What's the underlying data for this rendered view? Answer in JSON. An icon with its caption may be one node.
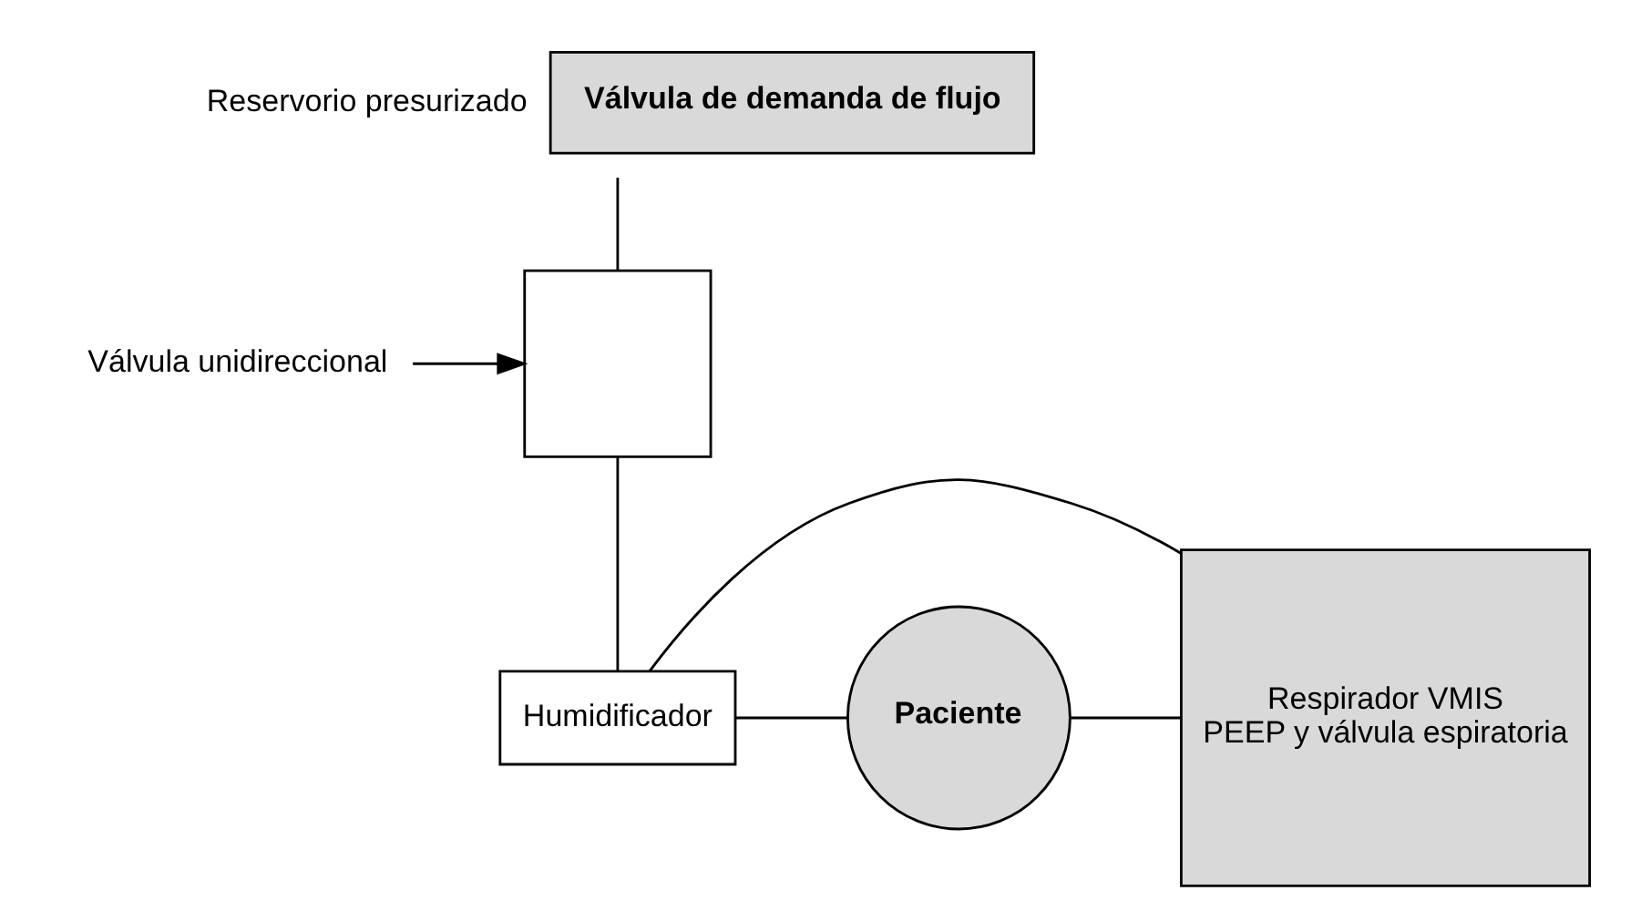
{
  "diagram": {
    "nodes": [
      {
        "text": [
          "Válvula de demanda de flujo"
        ],
        "beside": [
          "Reservorio presurizado"
        ]
      },
      {
        "text": [
          "Válvula unidireccional"
        ]
      },
      {
        "text": [],
        "shape": "box"
      },
      {
        "text": [
          "Respirador VMIS",
          "PEEP y válvula espiratoria"
        ]
      },
      {
        "text": [
          "Humidificador"
        ]
      },
      {
        "text": [
          "Paciente"
        ]
      }
    ],
    "edges": [
      {
        "from": 0,
        "to": 2,
        "arrow": "none"
      },
      {
        "from": 1,
        "to": 2,
        "arrow": "to"
      },
      {
        "from": 2,
        "to": 4,
        "arrow": "none"
      },
      {
        "from": 3,
        "to": 4,
        "arrow": "none"
      },
      {
        "from": 4,
        "to": 5,
        "arrow": "none"
      },
      {
        "from": 5,
        "to": 3,
        "arrow": "none"
      }
    ]
  }
}
